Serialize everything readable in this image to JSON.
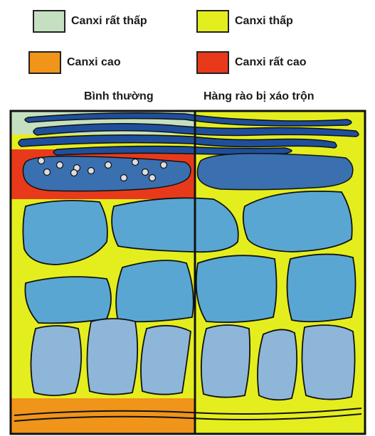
{
  "legend": {
    "very_low": {
      "label": "Canxi rất thấp",
      "color": "#c4e0c0"
    },
    "low": {
      "label": "Canxi thấp",
      "color": "#e4ee1e"
    },
    "high": {
      "label": "Canxi cao",
      "color": "#f0941a"
    },
    "very_high": {
      "label": "Canxi rất cao",
      "color": "#e83a1a"
    }
  },
  "panels": {
    "left_title": "Bình thường",
    "right_title": "Hàng rào bị xáo trộn"
  },
  "colors": {
    "stratum_corneum": "#1f4f9c",
    "granular": "#3a6fb0",
    "spinous": "#5aa6d2",
    "basal": "#8eb6d8",
    "outline": "#111111"
  }
}
